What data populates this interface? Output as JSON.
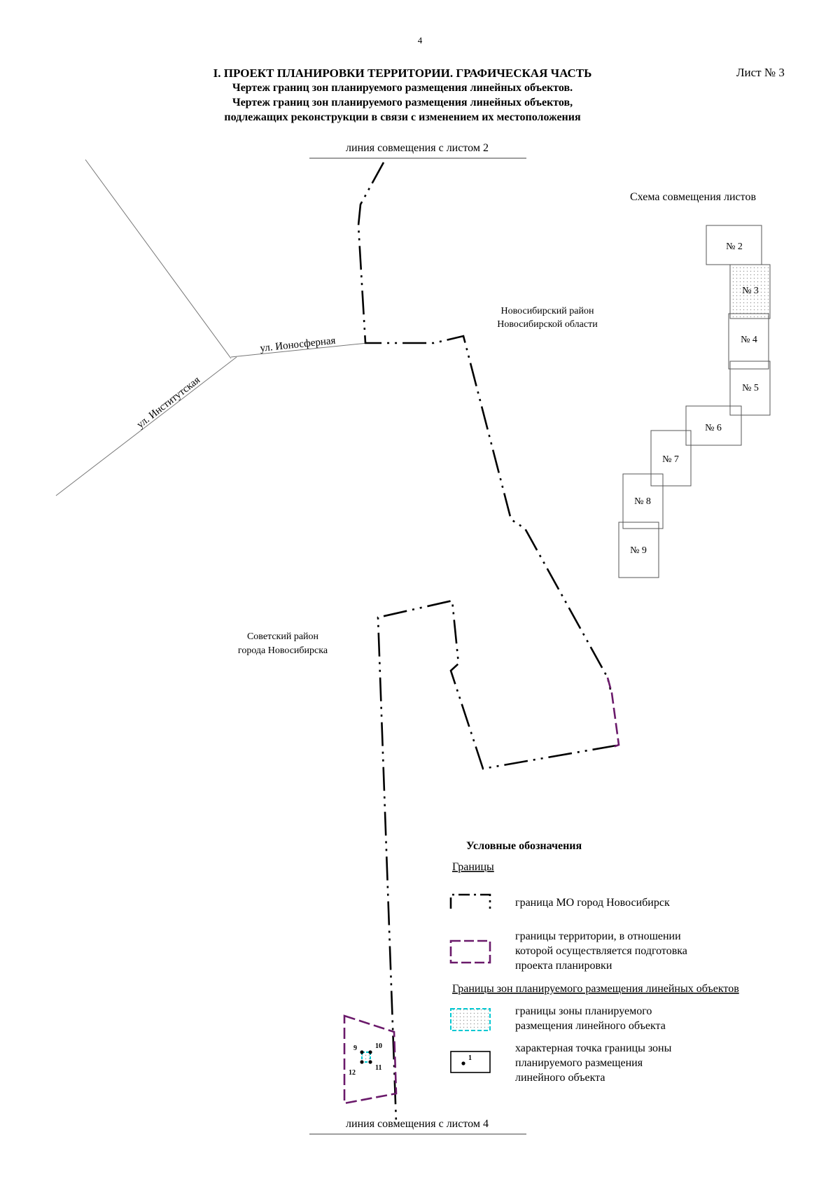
{
  "page_number": "4",
  "title": {
    "main": "I. ПРОЕКТ ПЛАНИРОВКИ ТЕРРИТОРИИ. ГРАФИЧЕСКАЯ ЧАСТЬ",
    "line2": "Чертеж границ зон планируемого размещения линейных объектов.",
    "line3": "Чертеж границ зон планируемого размещения линейных объектов,",
    "line4": "подлежащих реконструкции в связи с изменением их местоположения"
  },
  "sheet_label": "Лист № 3",
  "match_lines": {
    "top": "линия совмещения с листом 2",
    "bottom": "линия совмещения с листом 4"
  },
  "streets": {
    "ionosfernaya": "ул. Ионосферная",
    "institutskaya": "ул. Институтская"
  },
  "districts": {
    "novosibirsk_rayon_1": "Новосибирский район",
    "novosibirsk_rayon_2": "Новосибирской области",
    "sovetsky_1": "Советский район",
    "sovetsky_2": "города Новосибирска"
  },
  "key_map": {
    "title": "Схема совмещения листов",
    "sheets": [
      "№ 2",
      "№ 3",
      "№ 4",
      "№ 5",
      "№ 6",
      "№ 7",
      "№ 8",
      "№ 9"
    ]
  },
  "points": [
    "9",
    "10",
    "11",
    "12"
  ],
  "legend": {
    "title": "Условные обозначения",
    "section_borders": "Границы",
    "mo_border": "граница МО город Новосибирск",
    "territory_1": "границы территории, в отношении",
    "territory_2": "которой осуществляется подготовка",
    "territory_3": "проекта планировки",
    "section_zones": "Границы зон планируемого размещения линейных объектов",
    "zone_1": "границы зоны планируемого",
    "zone_2": "размещения линейного объекта",
    "point_1": "характерная точка границы зоны",
    "point_2": "планируемого размещения",
    "point_3": "линейного объекта",
    "point_sample": "1"
  },
  "colors": {
    "mo_border": "#000000",
    "territory_border": "#6b1a6b",
    "zone_border": "#00c8d2",
    "street_line": "#777777"
  }
}
